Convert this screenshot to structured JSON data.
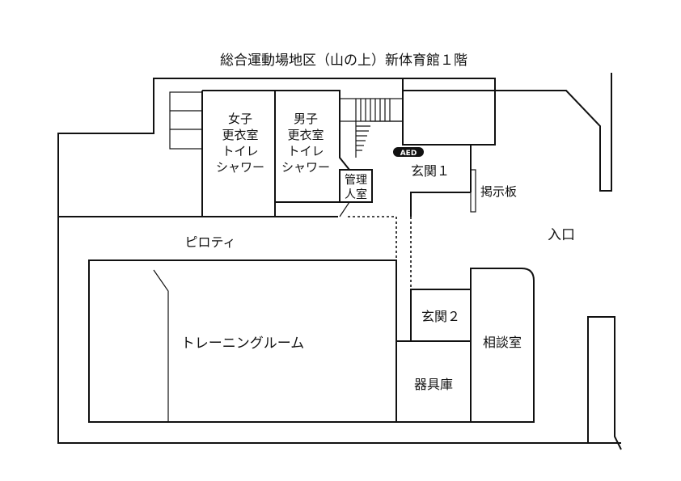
{
  "map": {
    "title": "総合運動場地区（山の上）新体育館１階",
    "rooms": {
      "womens_locker": [
        "女子",
        "更衣室",
        "トイレ",
        "シャワー"
      ],
      "mens_locker": [
        "男子",
        "更衣室",
        "トイレ",
        "シャワー"
      ],
      "management": [
        "管理",
        "人室"
      ],
      "entrance1": "玄関１",
      "entrance2": "玄関２",
      "piloti": "ピロティ",
      "training_room": "トレーニングルーム",
      "equipment_storage": "器具庫",
      "consultation_room": "相談室"
    },
    "labels": {
      "aed": "AED",
      "bulletin_board": "掲示板",
      "entrance": "入口"
    }
  }
}
